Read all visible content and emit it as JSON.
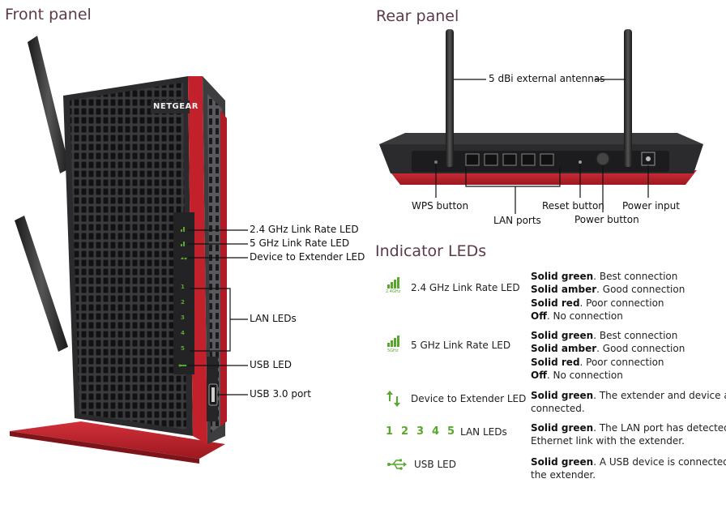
{
  "front_panel": {
    "heading": "Front panel",
    "brand": "NETGEAR",
    "port_numbers": [
      "1",
      "2",
      "3",
      "4",
      "5"
    ],
    "callouts": {
      "link_24": "2.4 GHz Link Rate LED",
      "link_5": "5 GHz Link Rate LED",
      "device_led": "Device to Extender LED",
      "lan_leds": "LAN LEDs",
      "usb_led": "USB LED",
      "usb_port": "USB 3.0 port"
    }
  },
  "rear_panel": {
    "heading": "Rear panel",
    "callouts": {
      "antennas": "5 dBi external antennas",
      "wps": "WPS button",
      "lan_ports": "LAN ports",
      "reset": "Reset button",
      "power_button": "Power button",
      "power_input": "Power input"
    }
  },
  "indicator_leds": {
    "heading": "Indicator LEDs",
    "rows": [
      {
        "icon": "signal-bars-2-4ghz-icon",
        "icon_label": "2.4GHz",
        "name": "2.4 GHz Link Rate LED",
        "lines": [
          {
            "bold": "Solid green",
            "text": ". Best connection"
          },
          {
            "bold": "Solid amber",
            "text": ". Good connection"
          },
          {
            "bold": "Solid red",
            "text": ". Poor connection"
          },
          {
            "bold": "Off",
            "text": ". No connection"
          }
        ]
      },
      {
        "icon": "signal-bars-5ghz-icon",
        "icon_label": "5GHz",
        "name": "5 GHz Link Rate LED",
        "lines": [
          {
            "bold": "Solid green",
            "text": ". Best connection"
          },
          {
            "bold": "Solid amber",
            "text": ". Good connection"
          },
          {
            "bold": "Solid red",
            "text": ". Poor connection"
          },
          {
            "bold": "Off",
            "text": ". No connection"
          }
        ]
      },
      {
        "icon": "up-down-arrows-icon",
        "name": "Device to Extender LED",
        "lines": [
          {
            "bold": "Solid green",
            "text": ". The extender and device are"
          },
          {
            "bold": "",
            "text": "connected."
          }
        ]
      },
      {
        "icon": "lan-numbers-icon",
        "digits": [
          "1",
          "2",
          "3",
          "4",
          "5"
        ],
        "name": "LAN LEDs",
        "lines": [
          {
            "bold": "Solid green",
            "text": ". The LAN port has detected an"
          },
          {
            "bold": "",
            "text": "Ethernet link with the extender."
          }
        ]
      },
      {
        "icon": "usb-icon",
        "name": "USB LED",
        "lines": [
          {
            "bold": "Solid green",
            "text": ". A USB device is connected to"
          },
          {
            "bold": "",
            "text": "the extender."
          }
        ]
      }
    ]
  },
  "colors": {
    "heading": "#5b3a4a",
    "led_green": "#58a82e",
    "accent_red": "#c2202a",
    "body_dark": "#2b2b2d"
  }
}
